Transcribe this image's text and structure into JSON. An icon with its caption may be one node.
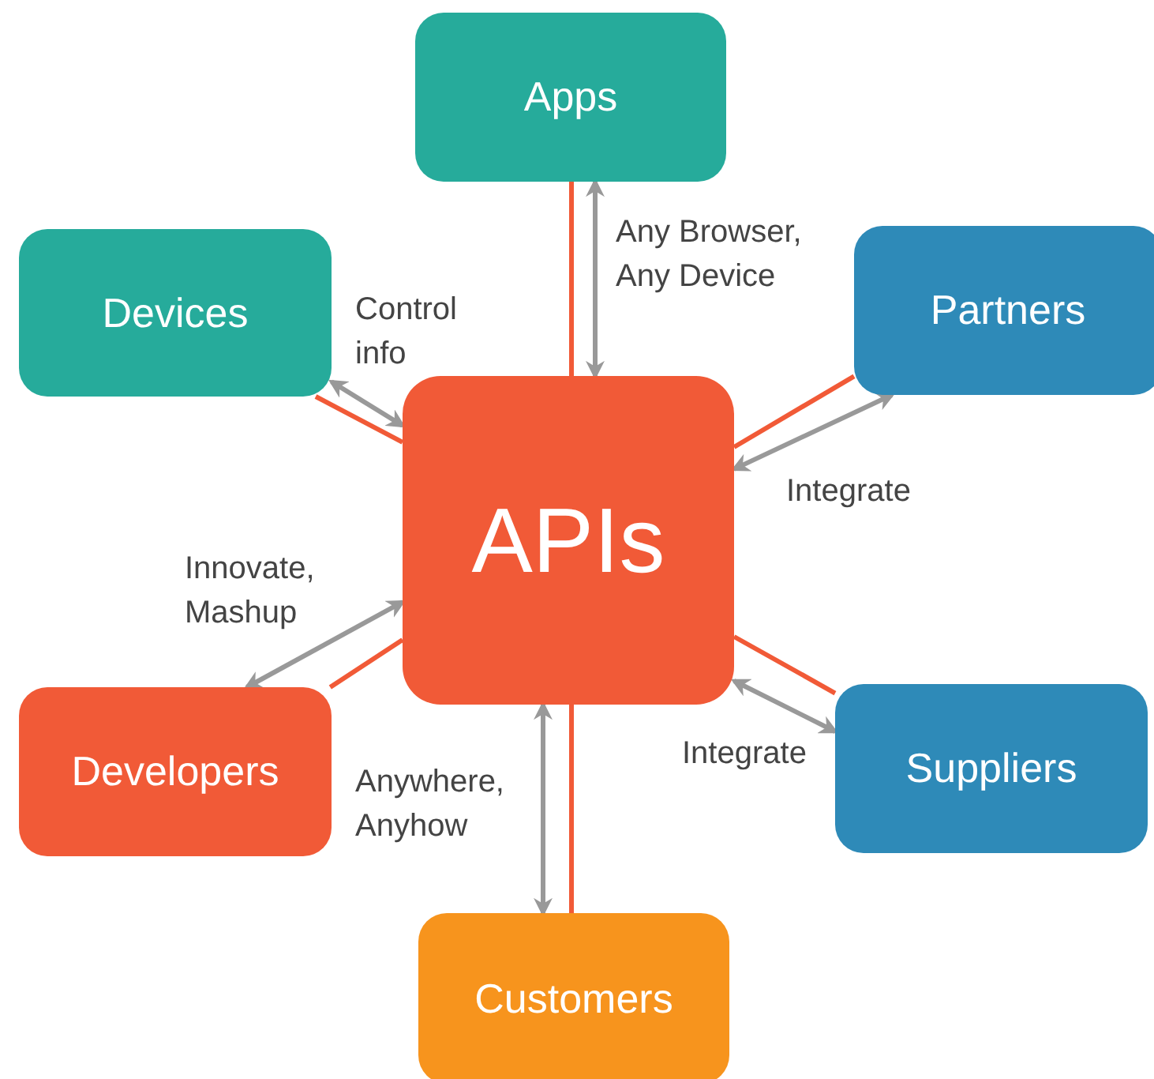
{
  "diagram": {
    "nodes": [
      {
        "text": [
          "Apps"
        ]
      },
      {
        "text": [
          "Devices"
        ]
      },
      {
        "text": [
          "Partners"
        ]
      },
      {
        "text": [
          "APIs"
        ]
      },
      {
        "text": [
          "Developers"
        ]
      },
      {
        "text": [
          "Suppliers"
        ]
      },
      {
        "text": [
          "Customers"
        ]
      }
    ],
    "edges": [
      {
        "from": 3,
        "to": 0,
        "arrow": "none"
      },
      {
        "from": 3,
        "to": 1,
        "arrow": "none"
      },
      {
        "from": 3,
        "to": 2,
        "arrow": "none"
      },
      {
        "from": 3,
        "to": 4,
        "arrow": "none"
      },
      {
        "from": 3,
        "to": 5,
        "arrow": "none"
      },
      {
        "from": 3,
        "to": 6,
        "arrow": "none"
      },
      {
        "from": 3,
        "to": 0,
        "arrow": "both",
        "label": "Any Browser, Any Device",
        "color": "#999999"
      },
      {
        "from": 3,
        "to": 1,
        "arrow": "both",
        "label": "Control info",
        "color": "#999999"
      },
      {
        "from": 3,
        "to": 2,
        "arrow": "both",
        "label": "Integrate",
        "color": "#999999"
      },
      {
        "from": 3,
        "to": 4,
        "arrow": "both",
        "label": "Innovate, Mashup",
        "color": "#999999"
      },
      {
        "from": 3,
        "to": 5,
        "arrow": "both",
        "label": "Integrate",
        "color": "#999999"
      },
      {
        "from": 3,
        "to": 6,
        "arrow": "both",
        "label": "Anywhere, Anyhow",
        "color": "#999999"
      }
    ]
  }
}
